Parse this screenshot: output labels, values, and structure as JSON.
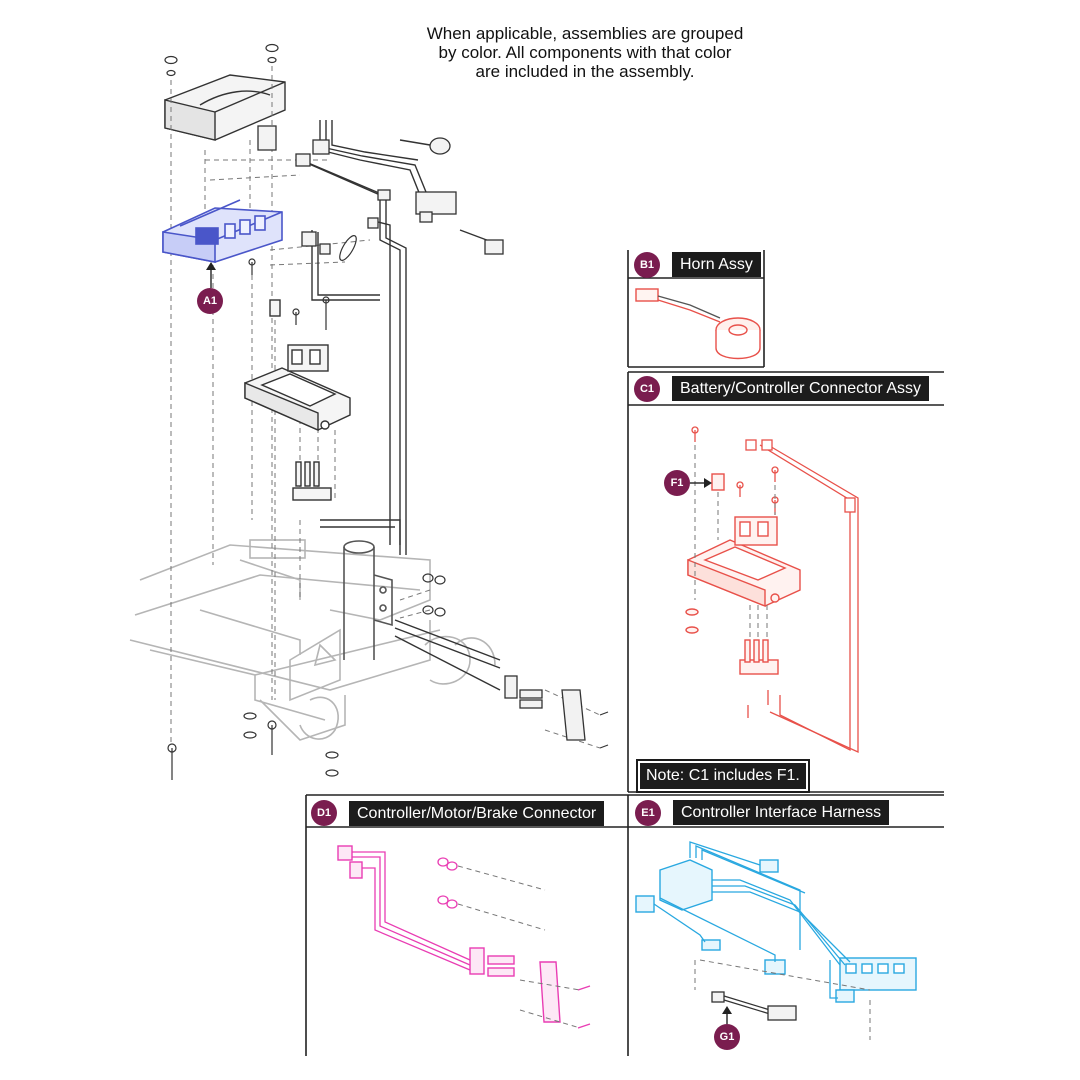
{
  "intro_lines": [
    "When applicable, assemblies are grouped",
    "by color. All components with that color",
    "are included in the assembly."
  ],
  "callouts": {
    "a1": "A1",
    "b1": "B1",
    "c1": "C1",
    "d1": "D1",
    "e1": "E1",
    "f1": "F1",
    "g1": "G1"
  },
  "panels": {
    "horn": {
      "badge": "B1",
      "title": "Horn Assy"
    },
    "battery": {
      "badge": "C1",
      "title": "Battery/Controller Connector Assy",
      "note": "Note: C1 includes F1."
    },
    "motor": {
      "badge": "D1",
      "title": "Controller/Motor/Brake Connector"
    },
    "harness": {
      "badge": "E1",
      "title": "Controller Interface Harness"
    }
  },
  "colors": {
    "assembly_a1": "#4a56c9",
    "assembly_c1": "#e8514a",
    "assembly_d1": "#e93db3",
    "assembly_e1": "#29a8e0",
    "badge": "#7a1d4f",
    "line": "#333333",
    "frame_grey": "#b5b5b5"
  }
}
